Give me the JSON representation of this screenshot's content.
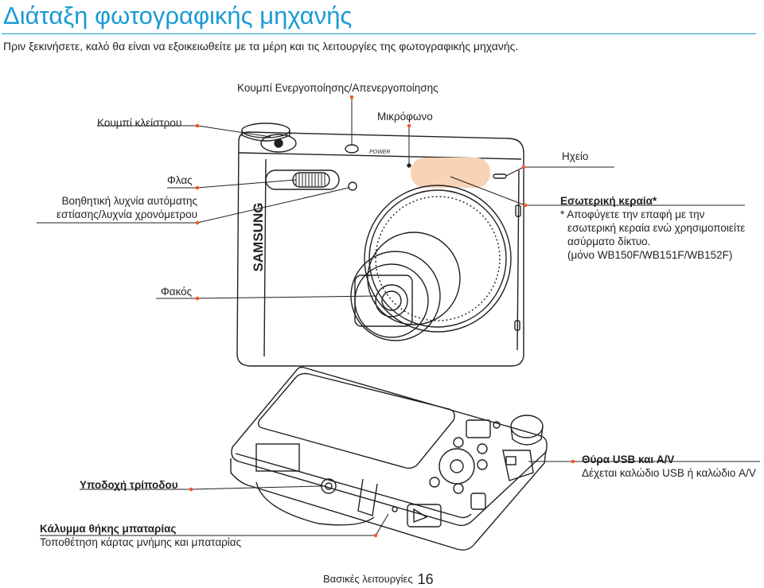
{
  "page": {
    "title": "Διάταξη φωτογραφικής μηχανής",
    "intro": "Πριν ξεκινήσετε, καλό θα είναι να εξοικειωθείτε με τα μέρη και τις λειτουργίες της φωτογραφικής μηχανής."
  },
  "front_labels": {
    "power": "Κουμπί Ενεργοποίησης/Απενεργοποίησης",
    "microphone": "Μικρόφωνο",
    "shutter": "Κουμπί κλείστρου",
    "speaker": "Ηχείο",
    "flash": "Φλας",
    "af_lamp_line1": "Βοηθητική λυχνία αυτόματης",
    "af_lamp_line2": "εστίασης/λυχνία χρονόμετρου",
    "antenna_title": "Εσωτερική κεραία*",
    "antenna_note_line1": "* Αποφύγετε την επαφή με την",
    "antenna_note_line2": "εσωτερική κεραία ενώ χρησιμοποιείτε",
    "antenna_note_line3": "ασύρματο δίκτυο.",
    "antenna_note_line4": "(μόνο WB150F/WB151F/WB152F)",
    "lens": "Φακός"
  },
  "bottom_labels": {
    "usb_title": "Θύρα USB και A/V",
    "usb_desc": "Δέχεται καλώδιο USB ή καλώδιο A/V",
    "tripod": "Υποδοχή τρίποδου",
    "battery_title": "Κάλυμμα θήκης μπαταρίας",
    "battery_desc": "Τοποθέτηση κάρτας μνήμης και μπαταρίας"
  },
  "camera": {
    "brand": "SAMSUNG",
    "power_text": "POWER"
  },
  "footer": {
    "section": "Βασικές λειτουργίες",
    "page_number": "16"
  },
  "colors": {
    "accent": "#1a9ad6",
    "antenna_highlight": "#f8d3b5"
  }
}
